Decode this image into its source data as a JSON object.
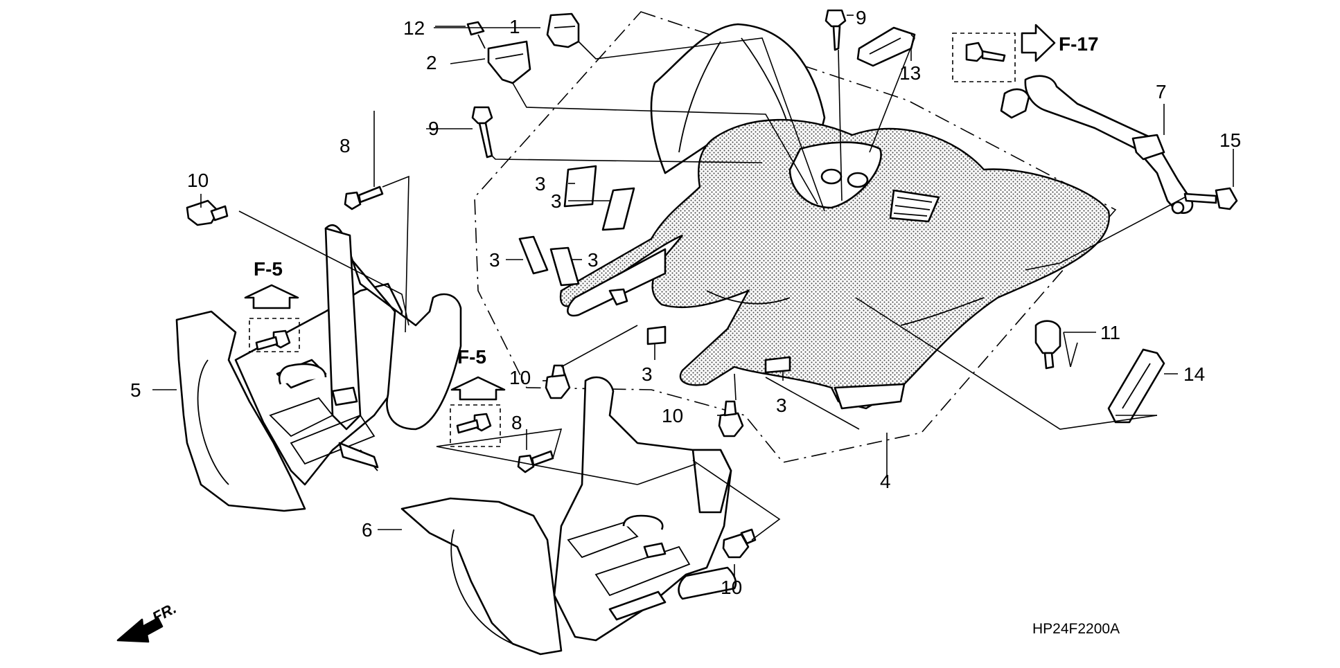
{
  "diagram": {
    "code": "HP24F2200A",
    "front_label": "FR.",
    "refs": {
      "f17": "F-17",
      "f5a": "F-5",
      "f5b": "F-5"
    },
    "callouts": {
      "c1": "1",
      "c2": "2",
      "c3a": "3",
      "c3b": "3",
      "c3c": "3",
      "c3d": "3",
      "c3e": "3",
      "c3f": "3",
      "c4": "4",
      "c5": "5",
      "c6": "6",
      "c7": "7",
      "c8a": "8",
      "c8b": "8",
      "c9a": "9",
      "c9b": "9",
      "c10a": "10",
      "c10b": "10",
      "c10c": "10",
      "c10d": "10",
      "c11": "11",
      "c12": "12",
      "c13": "13",
      "c14": "14",
      "c15": "15"
    }
  }
}
